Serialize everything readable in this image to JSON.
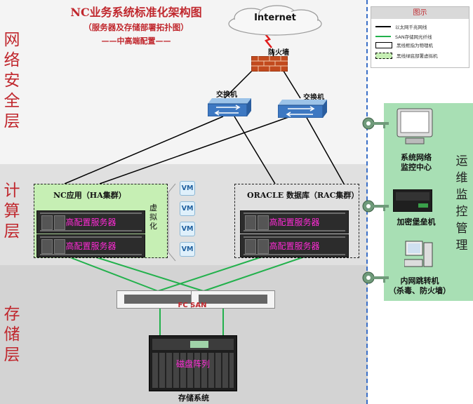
{
  "title": {
    "main": "NC业务系统标准化架构图",
    "sub": "（服务器及存储部署拓扑图）",
    "config": "——中高端配置——"
  },
  "layers": [
    {
      "label": "网络安全层"
    },
    {
      "label": "计算层"
    },
    {
      "label": "存储层"
    }
  ],
  "network": {
    "internet": "Internet",
    "firewall": "防火墙",
    "switch_left": "交换机",
    "switch_right": "交换机"
  },
  "compute": {
    "nc_cluster": "NC应用（HA集群）",
    "db_cluster": "ORACLE 数据库（RAC集群）",
    "virtualization": "虚拟化",
    "server_label": "高配置服务器",
    "vm_label": "VM"
  },
  "storage": {
    "fc_san": "FC SAN",
    "disk_array": "磁盘阵列",
    "system": "存储系统"
  },
  "ops": {
    "label": "运维监控管理",
    "monitor": "系统网络\n监控中心",
    "bastion": "加密堡垒机",
    "jump": "内网跳转机\n（杀毒、防火墙）"
  },
  "legend": {
    "title": "图示",
    "items": [
      {
        "label": "以太网千兆网线"
      },
      {
        "label": "SAN存储网光纤线"
      },
      {
        "label": "黑线框指为物理机"
      },
      {
        "label": "黑线绿底部署虚拟机"
      }
    ]
  },
  "colors": {
    "title_red": "#c0272d",
    "ethernet_line": "#000000",
    "san_line": "#22b14c",
    "ops_green": "#a8dfb4",
    "cluster_green": "#c6efb4",
    "server_text": "#ff2bd6"
  }
}
